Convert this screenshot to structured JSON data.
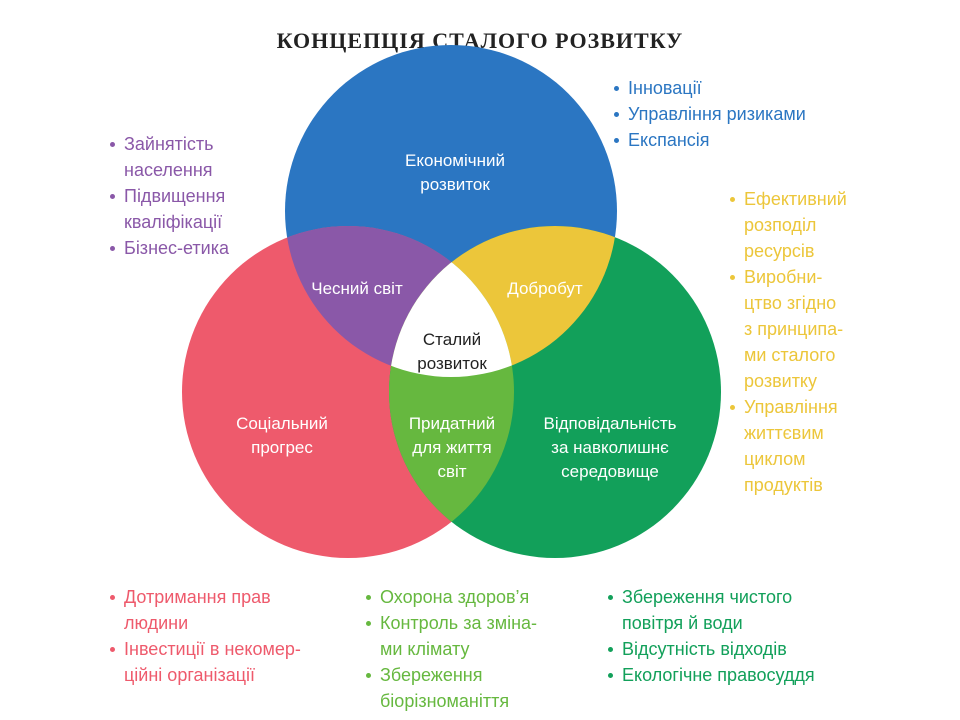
{
  "title": "КОНЦЕПЦІЯ СТАЛОГО РОЗВИТКУ",
  "colors": {
    "economic": "#2b76c2",
    "social": "#ee5a6c",
    "environment": "#12a05a",
    "fair_world": "#8a58a8",
    "wellbeing": "#ecc63a",
    "livable_world": "#66b83f",
    "center": "#ffffff"
  },
  "circles": {
    "economic": {
      "label_lines": [
        "Економічний",
        "розвиток"
      ]
    },
    "social": {
      "label_lines": [
        "Соціальний",
        "прогрес"
      ]
    },
    "environment": {
      "label_lines": [
        "Відповідальність",
        "за навколишнє",
        "середовище"
      ]
    }
  },
  "overlaps": {
    "fair_world": {
      "label": "Чесний світ"
    },
    "wellbeing": {
      "label": "Добробут"
    },
    "livable_world": {
      "label_lines": [
        "Придатний",
        "для життя",
        "світ"
      ]
    },
    "center": {
      "label_lines": [
        "Сталий",
        "розвиток"
      ]
    }
  },
  "lists": {
    "economic": {
      "color": "#2b76c2",
      "items": [
        [
          "Інновації"
        ],
        [
          "Управління ризиками"
        ],
        [
          "Експансія"
        ]
      ]
    },
    "social_top": {
      "color": "#8a58a8",
      "items": [
        [
          "Зайнятість",
          "населення"
        ],
        [
          "Підвищення",
          "кваліфікації"
        ],
        [
          "Бізнес-етика"
        ]
      ]
    },
    "wellbeing": {
      "color": "#ecc63a",
      "items": [
        [
          "Ефективний",
          "розподіл",
          "ресурсів"
        ],
        [
          "Виробни-",
          "цтво згідно",
          "з принципа-",
          "ми сталого",
          "розвитку"
        ],
        [
          "Управління",
          "життєвим",
          "циклом",
          "продуктів"
        ]
      ]
    },
    "social_bottom": {
      "color": "#ee5a6c",
      "items": [
        [
          "Дотримання прав",
          "людини"
        ],
        [
          "Інвестиції в некомер-",
          "ційні організації"
        ]
      ]
    },
    "livable": {
      "color": "#66b83f",
      "items": [
        [
          "Охорона здоров’я"
        ],
        [
          "Контроль за зміна-",
          "ми клімату"
        ],
        [
          "Збереження",
          "біорізноманіття"
        ]
      ]
    },
    "environment": {
      "color": "#12a05a",
      "items": [
        [
          "Збереження чистого",
          "повітря й води"
        ],
        [
          "Відсутність відходів"
        ],
        [
          "Екологічне правосуддя"
        ]
      ]
    }
  }
}
